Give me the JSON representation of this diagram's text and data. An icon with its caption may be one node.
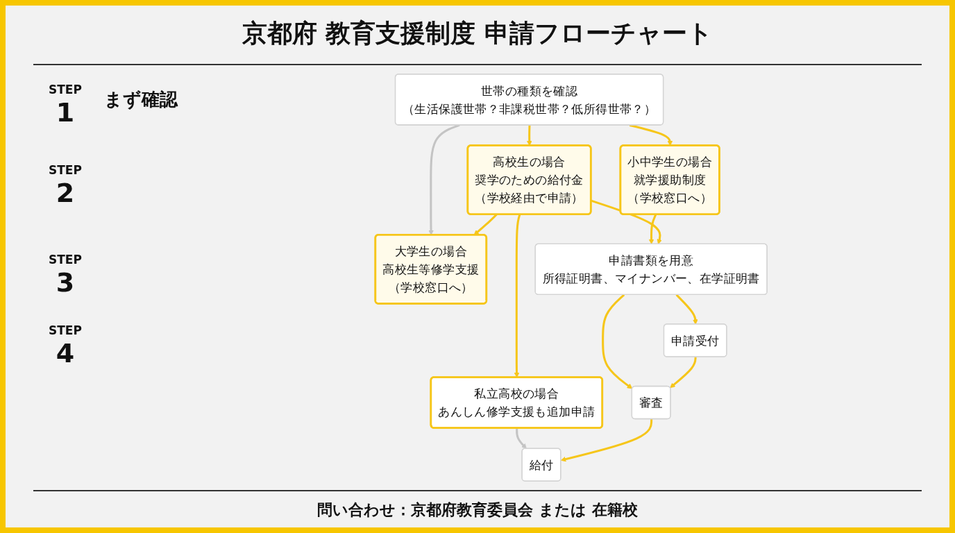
{
  "diagram": {
    "title": "京都府 教育支援制度 申請フローチャート",
    "caption": "問い合わせ：京都府教育委員会 または 在籍校",
    "nodes": [
      {
        "text": [
          "世帯の種類を確認",
          "（生活保護世帯？非課税世帯？低所得世帯？）"
        ]
      },
      {
        "text": [
          "小中学生の場合",
          "就学援助制度",
          "（学校窓口へ）"
        ]
      },
      {
        "text": [
          "高校生の場合",
          "奨学のための給付金",
          "（学校経由で申請）"
        ]
      },
      {
        "text": [
          "大学生の場合",
          "高校生等修学支援",
          "（学校窓口へ）"
        ]
      },
      {
        "text": [
          "私立高校の場合",
          "あんしん修学支援も追加申請"
        ]
      },
      {
        "text": [
          "申請書類を用意",
          "所得証明書、マイナンバー、在学証明書"
        ]
      },
      {
        "text": [
          "申請受付"
        ]
      },
      {
        "text": [
          "審査"
        ]
      },
      {
        "text": [
          "給付"
        ]
      }
    ],
    "edges": [
      {
        "from": 0,
        "to": 1,
        "arrow": "to"
      },
      {
        "from": 0,
        "to": 2,
        "arrow": "to"
      },
      {
        "from": 0,
        "to": 3,
        "arrow": "to",
        "color": "#c4c4c4"
      },
      {
        "from": 1,
        "to": 5,
        "arrow": "to"
      },
      {
        "from": 2,
        "to": 5,
        "arrow": "to"
      },
      {
        "from": 2,
        "to": 3,
        "arrow": "to"
      },
      {
        "from": 2,
        "to": 4,
        "arrow": "to"
      },
      {
        "from": 4,
        "to": 8,
        "arrow": "to",
        "color": "#c4c4c4"
      },
      {
        "from": 5,
        "to": 6,
        "arrow": "to"
      },
      {
        "from": 5,
        "to": 7,
        "arrow": "to"
      },
      {
        "from": 6,
        "to": 7,
        "arrow": "to"
      },
      {
        "from": 7,
        "to": 8,
        "arrow": "to"
      }
    ],
    "labels": [
      "STEP 1",
      "まず確認",
      "STEP 2",
      "STEP 3",
      "STEP 4"
    ]
  }
}
